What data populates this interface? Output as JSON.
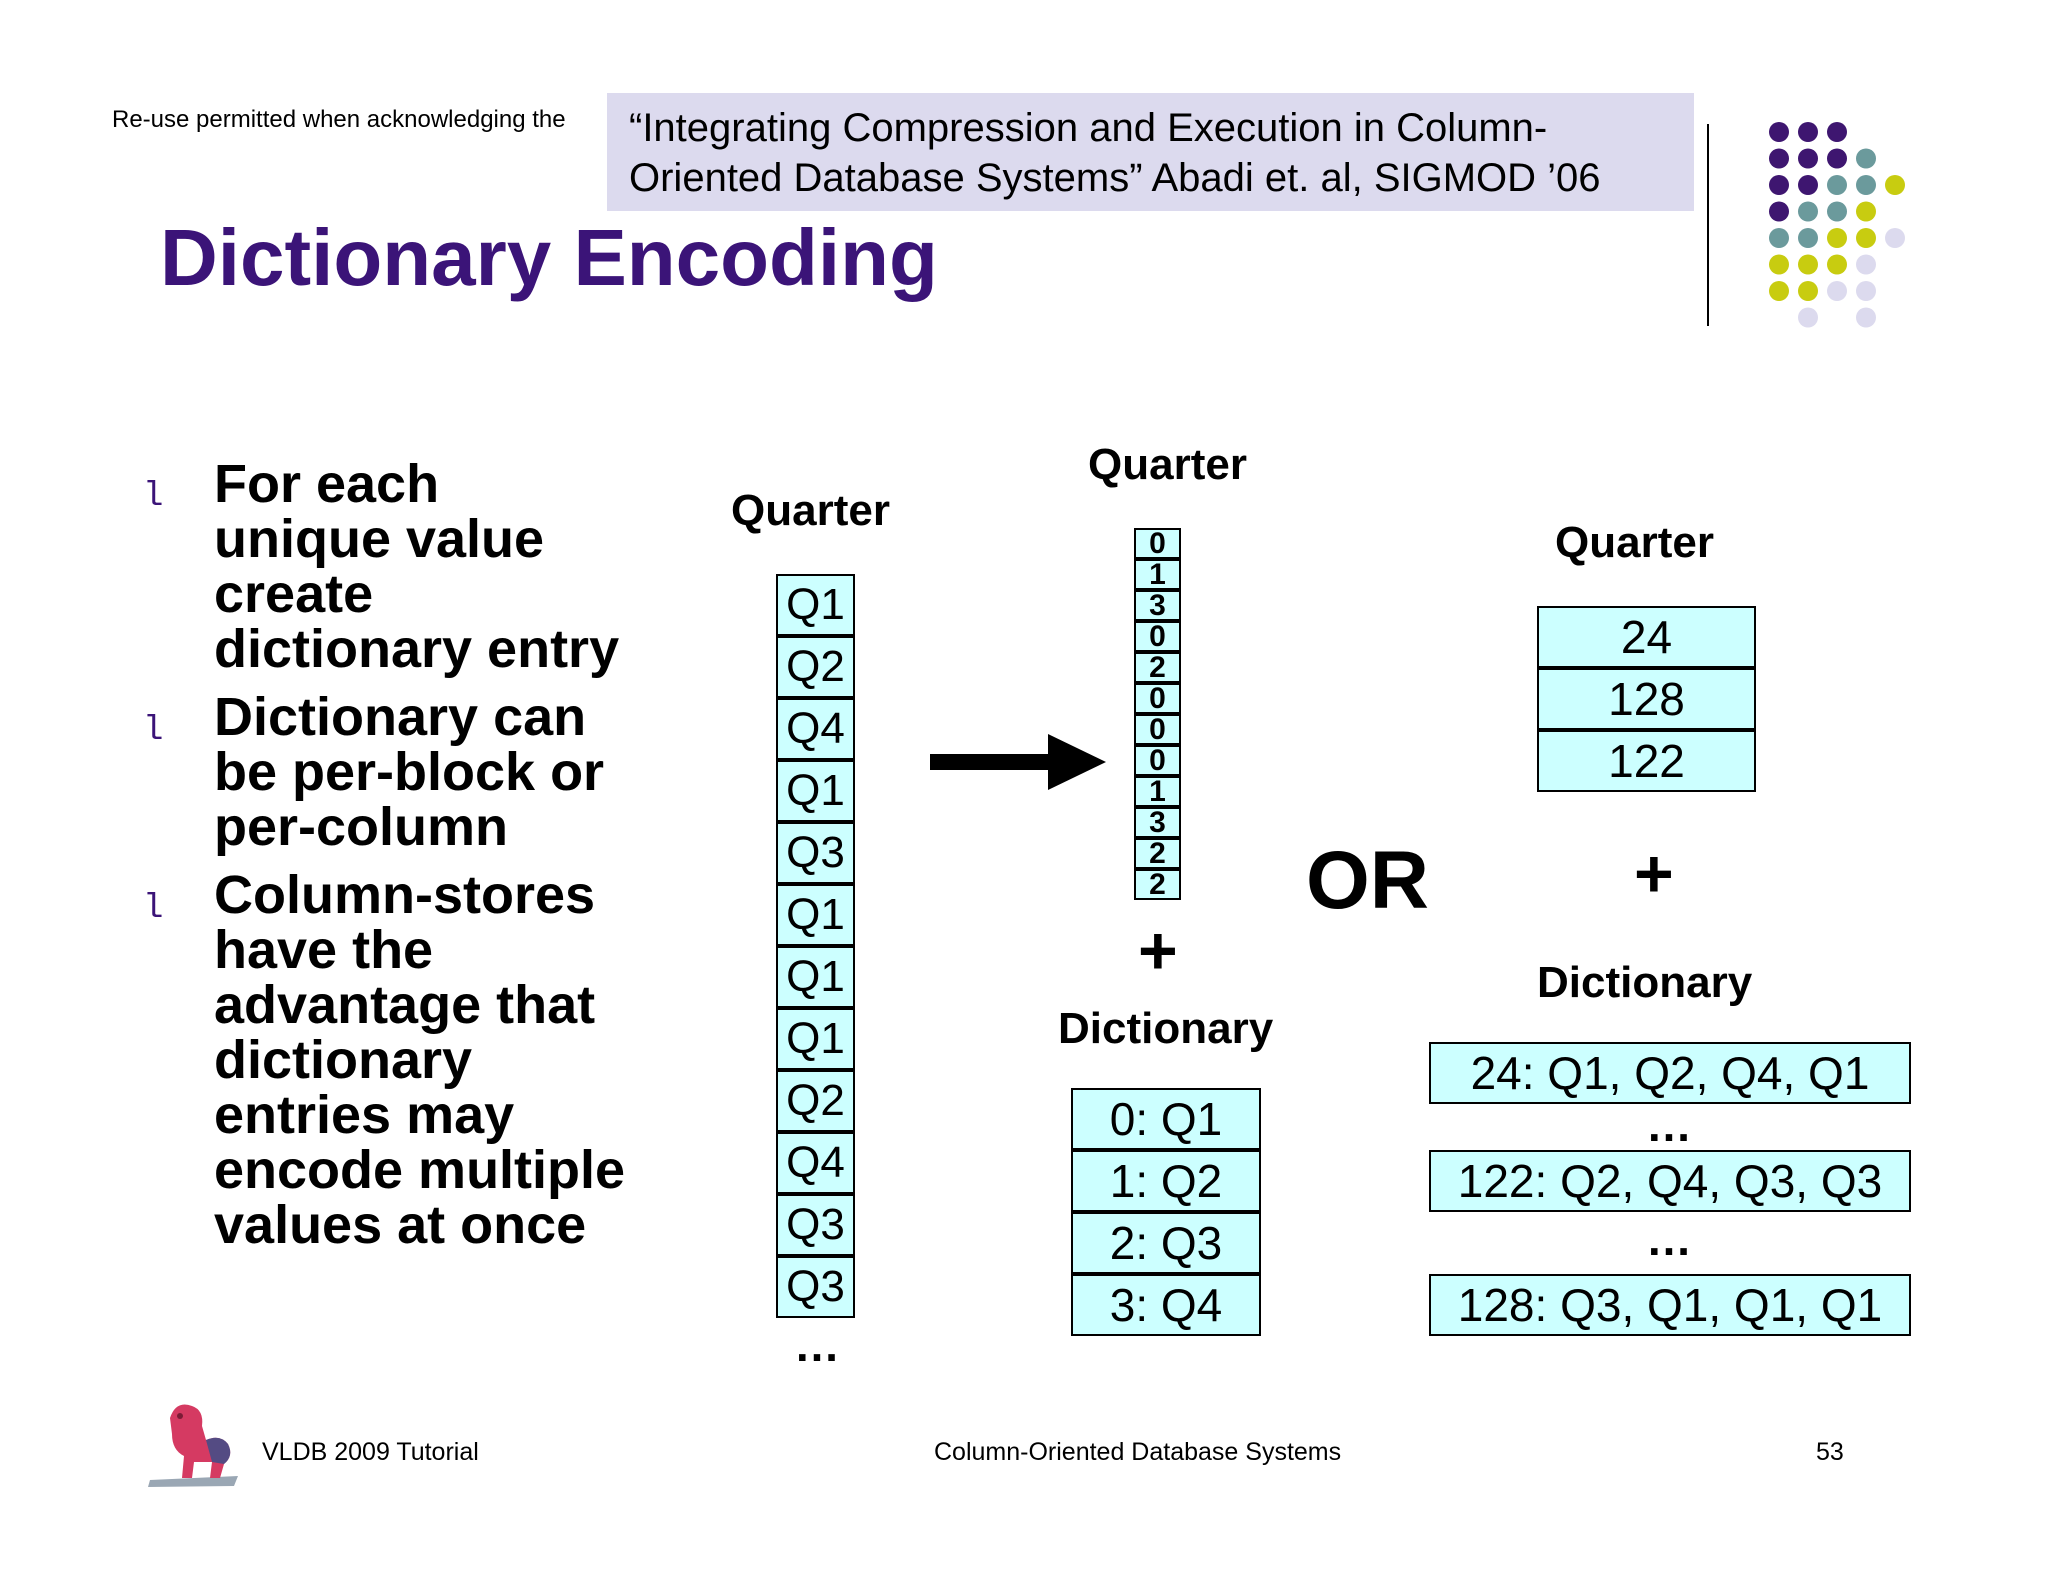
{
  "header": {
    "reuse_note": "Re-use permitted when acknowledging the",
    "citation_line1": "“Integrating Compression and Execution in Column-",
    "citation_line2": "Oriented Database Systems” Abadi et. al,  SIGMOD ’06",
    "title": "Dictionary Encoding"
  },
  "bullets": [
    {
      "marker": "l",
      "lines": [
        "For each",
        "unique value",
        "create",
        "dictionary entry"
      ]
    },
    {
      "marker": "l",
      "lines": [
        "Dictionary can",
        "be per-block or",
        "per-column"
      ]
    },
    {
      "marker": "l",
      "lines": [
        "Column-stores",
        "have the",
        "advantage that",
        "dictionary",
        "entries may",
        "encode multiple",
        "values at once"
      ]
    }
  ],
  "original_column": {
    "header": "Quarter",
    "values": [
      "Q1",
      "Q2",
      "Q4",
      "Q1",
      "Q3",
      "Q1",
      "Q1",
      "Q1",
      "Q2",
      "Q4",
      "Q3",
      "Q3"
    ],
    "ellipsis": "…"
  },
  "encoded_column": {
    "header": "Quarter",
    "codes": [
      "0",
      "1",
      "3",
      "0",
      "2",
      "0",
      "0",
      "0",
      "1",
      "3",
      "2",
      "2"
    ],
    "plus": "+",
    "dictionary_header": "Dictionary",
    "dictionary": [
      "0: Q1",
      "1: Q2",
      "2: Q3",
      "3: Q4"
    ]
  },
  "or_label": "OR",
  "multi_value": {
    "header": "Quarter",
    "codes": [
      "24",
      "128",
      "122"
    ],
    "plus": "+",
    "dictionary_header": "Dictionary",
    "entry1": "24: Q1, Q2, Q4, Q1",
    "ellipsis1": "…",
    "entry2": "122: Q2, Q4, Q3, Q3",
    "ellipsis2": "…",
    "entry3": "128: Q3, Q1, Q1, Q1"
  },
  "footer": {
    "left": "VLDB 2009 Tutorial",
    "center": "Column-Oriented Database Systems",
    "page": "53"
  },
  "colors": {
    "title": "#3b1478",
    "cell_fill": "#ccffff",
    "citation_bg": "#dcdaee",
    "dot_purple": "#3e1670",
    "dot_teal": "#6b9a9c",
    "dot_yellow": "#c8cc10",
    "dot_lavender": "#dcdaee"
  },
  "icons": [
    "right-arrow-icon",
    "lion-logo-icon"
  ]
}
